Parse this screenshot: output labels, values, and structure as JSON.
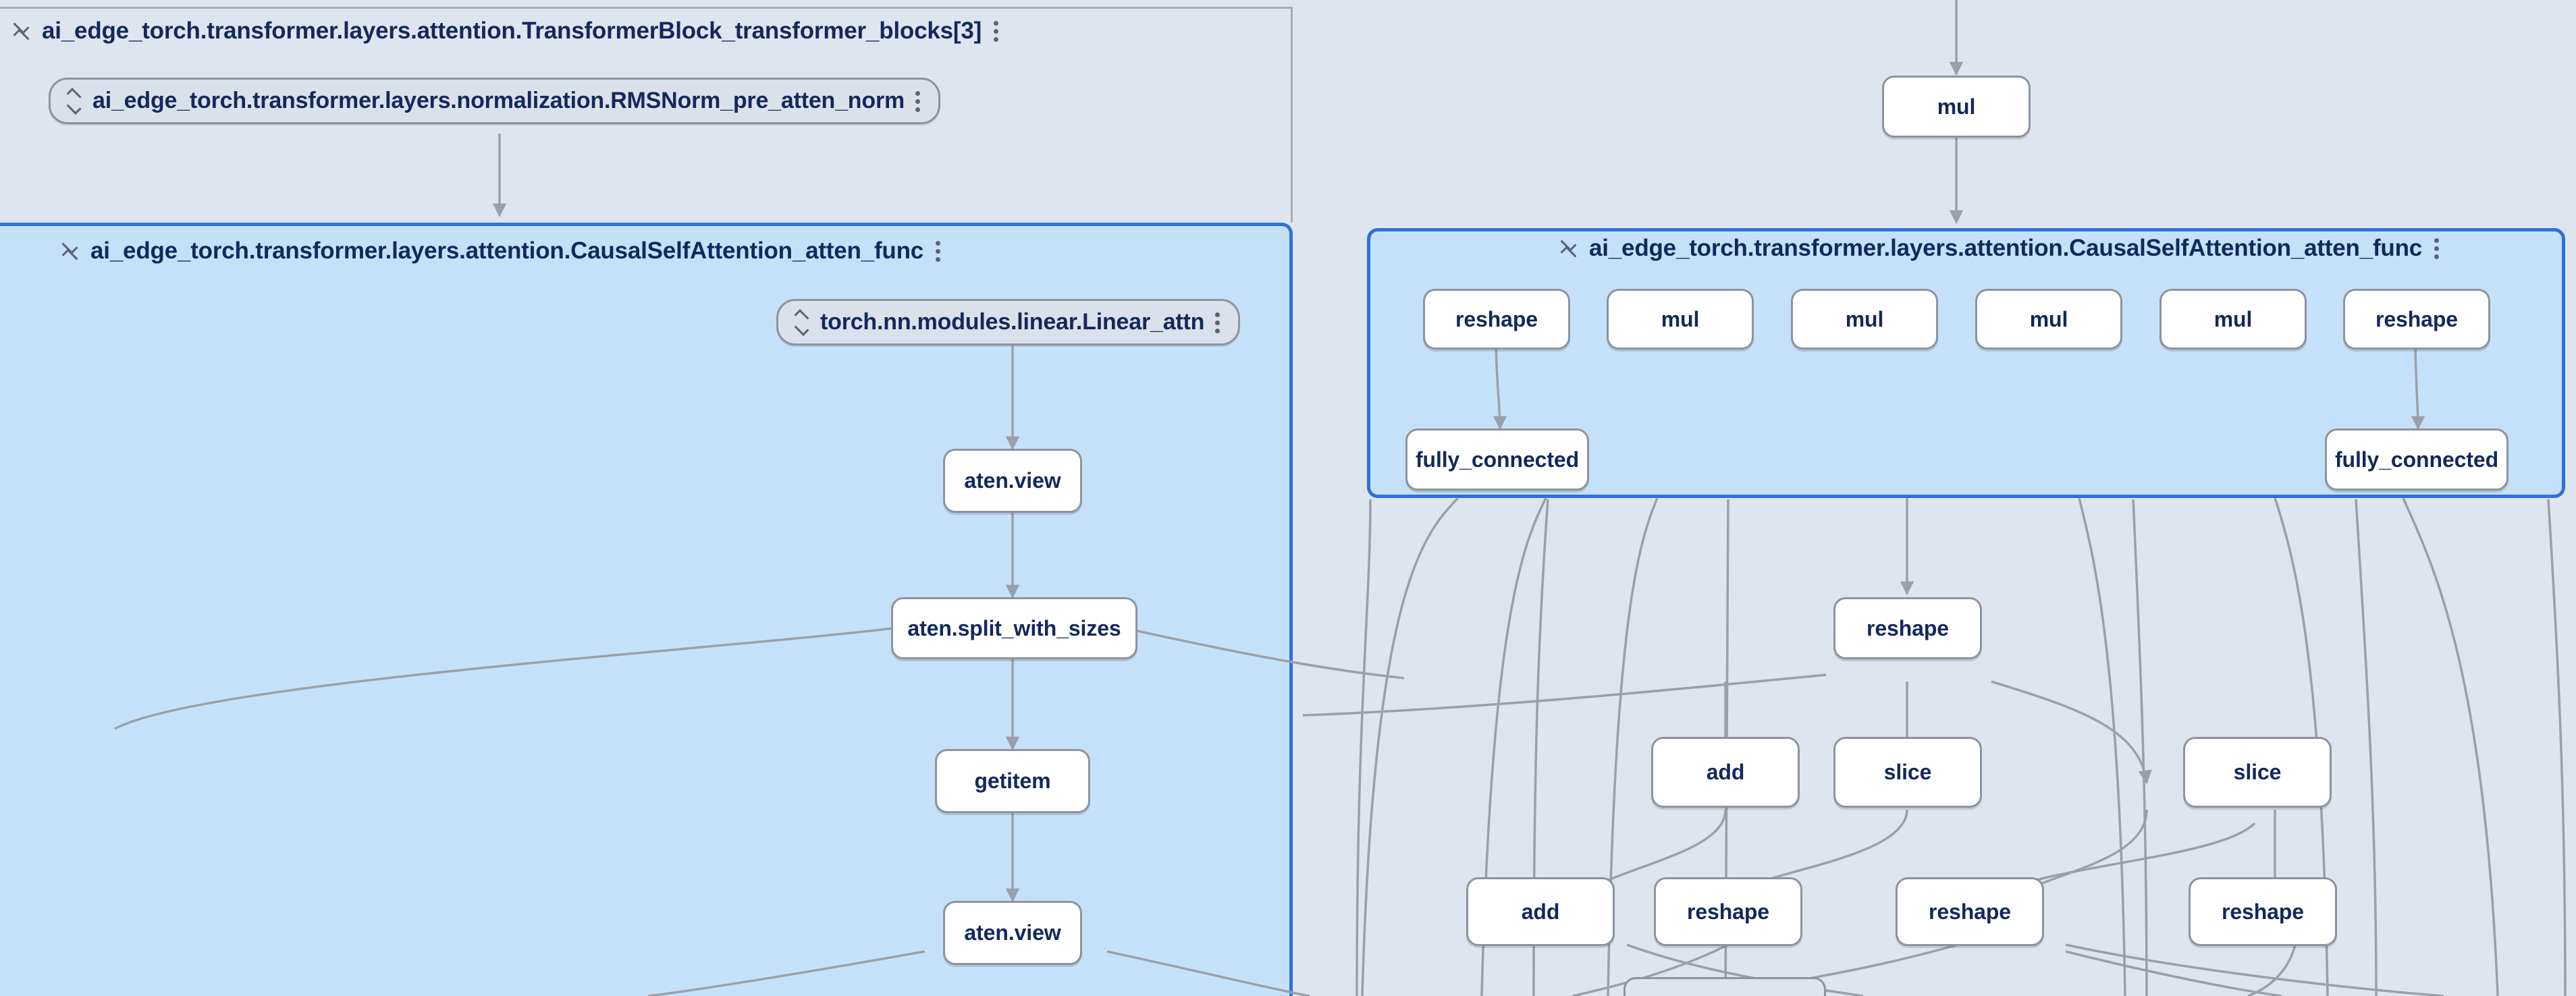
{
  "colors": {
    "canvas_bg": "#dfe5ee",
    "selected_group_bg": "#c5e1fa",
    "selected_group_border": "#2f6fdb",
    "node_bg": "#ffffff",
    "node_border": "#8d939e",
    "node_text": "#12295c",
    "edge": "#9aa0aa",
    "pill_bg": "#dbe1ea"
  },
  "groups": {
    "transformer_block": {
      "label": "ai_edge_torch.transformer.layers.attention.TransformerBlock_transformer_blocks[3]",
      "collapse_icon": "collapse-vertical-icon",
      "menu_icon": "kebab-menu-icon"
    },
    "rms_norm_pill": {
      "label": "ai_edge_torch.transformer.layers.normalization.RMSNorm_pre_atten_norm",
      "expand_icon": "expand-vertical-icon",
      "menu_icon": "kebab-menu-icon"
    },
    "causal_self_attention_left": {
      "label": "ai_edge_torch.transformer.layers.attention.CausalSelfAttention_atten_func",
      "collapse_icon": "collapse-vertical-icon",
      "menu_icon": "kebab-menu-icon",
      "selected": true
    },
    "causal_self_attention_right": {
      "label": "ai_edge_torch.transformer.layers.attention.CausalSelfAttention_atten_func",
      "collapse_icon": "collapse-vertical-icon",
      "menu_icon": "kebab-menu-icon",
      "selected": true
    },
    "linear_attn_pill": {
      "label": "torch.nn.modules.linear.Linear_attn",
      "expand_icon": "expand-vertical-icon",
      "menu_icon": "kebab-menu-icon"
    }
  },
  "graph": {
    "left_nodes": [
      {
        "id": "l_view_1",
        "label": "aten.view"
      },
      {
        "id": "l_split",
        "label": "aten.split_with_sizes"
      },
      {
        "id": "l_getitem",
        "label": "getitem"
      },
      {
        "id": "l_view_2",
        "label": "aten.view"
      }
    ],
    "right_top_node": {
      "id": "r_mul_top",
      "label": "mul"
    },
    "right_group_row": [
      {
        "id": "r_reshape_1",
        "label": "reshape"
      },
      {
        "id": "r_mul_1",
        "label": "mul"
      },
      {
        "id": "r_mul_2",
        "label": "mul"
      },
      {
        "id": "r_mul_3",
        "label": "mul"
      },
      {
        "id": "r_mul_4",
        "label": "mul"
      },
      {
        "id": "r_reshape_2",
        "label": "reshape"
      }
    ],
    "right_group_row2": [
      {
        "id": "r_fc_1",
        "label": "fully_connected"
      },
      {
        "id": "r_fc_2",
        "label": "fully_connected"
      }
    ],
    "right_lower": [
      {
        "id": "r_reshape_3",
        "label": "reshape"
      },
      {
        "id": "r_add_1",
        "label": "add"
      },
      {
        "id": "r_slice_1",
        "label": "slice"
      },
      {
        "id": "r_slice_2",
        "label": "slice"
      },
      {
        "id": "r_add_2",
        "label": "add"
      },
      {
        "id": "r_reshape_4",
        "label": "reshape"
      },
      {
        "id": "r_reshape_5",
        "label": "reshape"
      },
      {
        "id": "r_reshape_6",
        "label": "reshape"
      }
    ]
  }
}
